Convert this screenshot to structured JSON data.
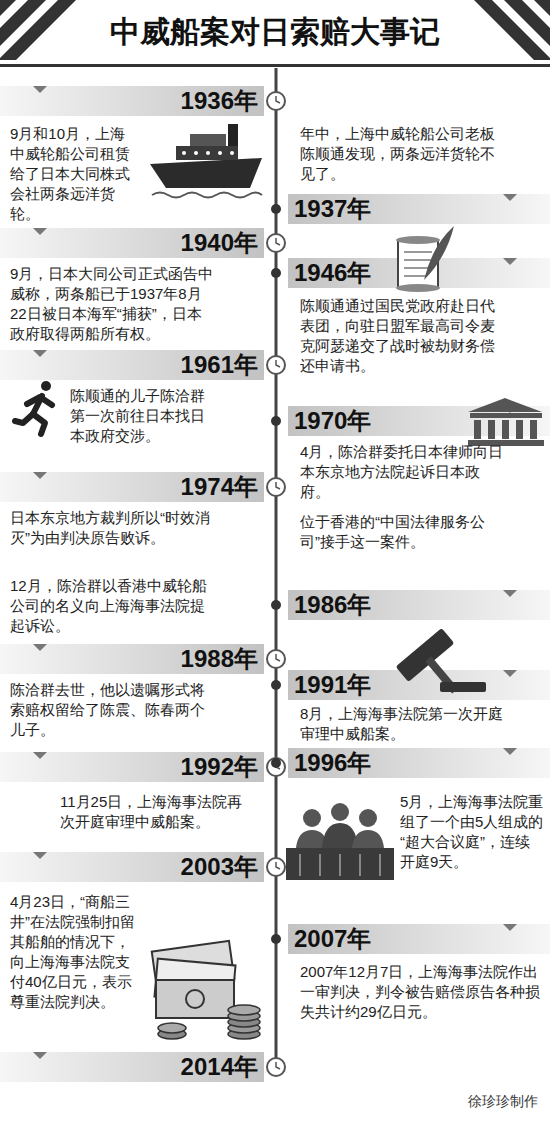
{
  "diagram": {
    "title": "中威船案对日索赔大事记",
    "nodes": [
      {
        "text": [
          "1936年"
        ]
      },
      {
        "text": [
          "1937年"
        ]
      },
      {
        "text": [
          "1940年"
        ]
      },
      {
        "text": [
          "1946年"
        ]
      },
      {
        "text": [
          "1961年"
        ]
      },
      {
        "text": [
          "1970年"
        ]
      },
      {
        "text": [
          "1974年"
        ]
      },
      {
        "text": [
          "1986年"
        ]
      },
      {
        "text": [
          "1988年"
        ]
      },
      {
        "text": [
          "1991年"
        ]
      },
      {
        "text": [
          "1992年"
        ]
      },
      {
        "text": [
          "1996年"
        ]
      },
      {
        "text": [
          "2003年"
        ]
      },
      {
        "text": [
          "2007年"
        ]
      },
      {
        "text": [
          "2014年"
        ]
      }
    ],
    "labels": [
      "9月和10月，上海中威轮船公司租赁给了日本大同株式会社两条远洋货轮。",
      "年中，上海中威轮船公司老板陈顺通发现，两条远洋货轮不见了。",
      "9月，日本大同公司正式函告中威称，两条船已于1937年8月22日被日本海军“捕获”，日本政府取得两船所有权。",
      "陈顺通通过国民党政府赴日代表团，向驻日盟军最高司令麦克阿瑟递交了战时被劫财务偿还申请书。",
      "陈顺通的儿子陈洽群第一次前往日本找日本政府交涉。",
      "4月，陈洽群委托日本律师向日本东京地方法院起诉日本政府。",
      "日本东京地方裁判所以“时效消灭”为由判决原告败诉。",
      "位于香港的“中国法律服务公司”接手这一案件。",
      "12月，陈洽群以香港中威轮船公司的名义向上海海事法院提起诉讼。",
      "陈洽群去世，他以遗嘱形式将索赔权留给了陈震、陈春两个儿子。",
      "8月，上海海事法院第一次开庭审理中威船案。",
      "11月25日，上海海事法院再次开庭审理中威船案。",
      "5月，上海海事法院重组了一个由5人组成的“超大合议庭”，连续开庭9天。",
      "4月23日，“商船三井”在法院强制扣留其船舶的情况下，向上海海事法院支付40亿日元，表示尊重法院判决。",
      "2007年12月7日，上海海事法院作出一审判决，判令被告赔偿原告各种损失共计约29亿日元。",
      "徐珍珍制作"
    ]
  }
}
